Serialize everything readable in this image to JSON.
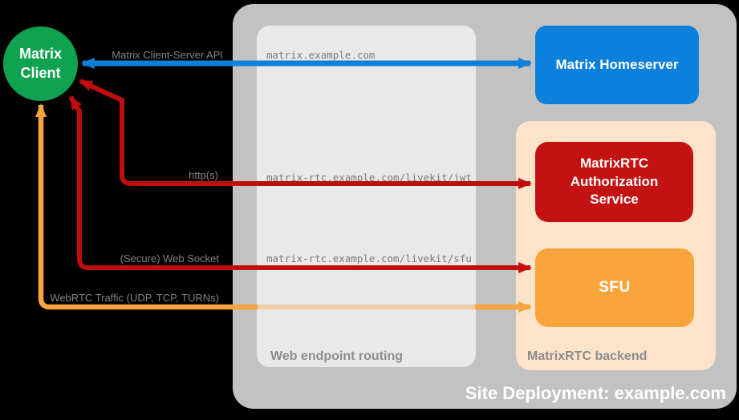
{
  "client": {
    "label": "Matrix\nClient"
  },
  "homeserver": {
    "label": "Matrix Homeserver"
  },
  "backend": {
    "title": "MatrixRTC backend",
    "auth_label": "MatrixRTC\nAuthorization\nService",
    "sfu_label": "SFU"
  },
  "routing": {
    "title": "Web endpoint routing",
    "endpoints": [
      "matrix.example.com",
      "matrix-rtc.example.com/livekit/jwt",
      "matrix-rtc.example.com/livekit/sfu"
    ]
  },
  "deployment": {
    "label": "Site Deployment: example.com"
  },
  "connections": [
    {
      "id": "client-server-api",
      "label": "Matrix Client-Server API",
      "color": "#0d80dc"
    },
    {
      "id": "http",
      "label": "http(s)",
      "color": "#c00d0d"
    },
    {
      "id": "websocket",
      "label": "(Secure) Web Socket",
      "color": "#c00d0d"
    },
    {
      "id": "webrtc",
      "label": "WebRTC Traffic (UDP, TCP, TURNs)",
      "color": "#f5a43f"
    }
  ],
  "colors": {
    "client_green": "#0fa351",
    "homeserver_blue": "#0d80dc",
    "auth_red": "#c41212",
    "sfu_orange": "#f8a43c",
    "backend_peach": "#fce3c9",
    "site_gray": "#c2c2c2",
    "routing_gray": "#e9e9e9",
    "background": "#000000"
  }
}
